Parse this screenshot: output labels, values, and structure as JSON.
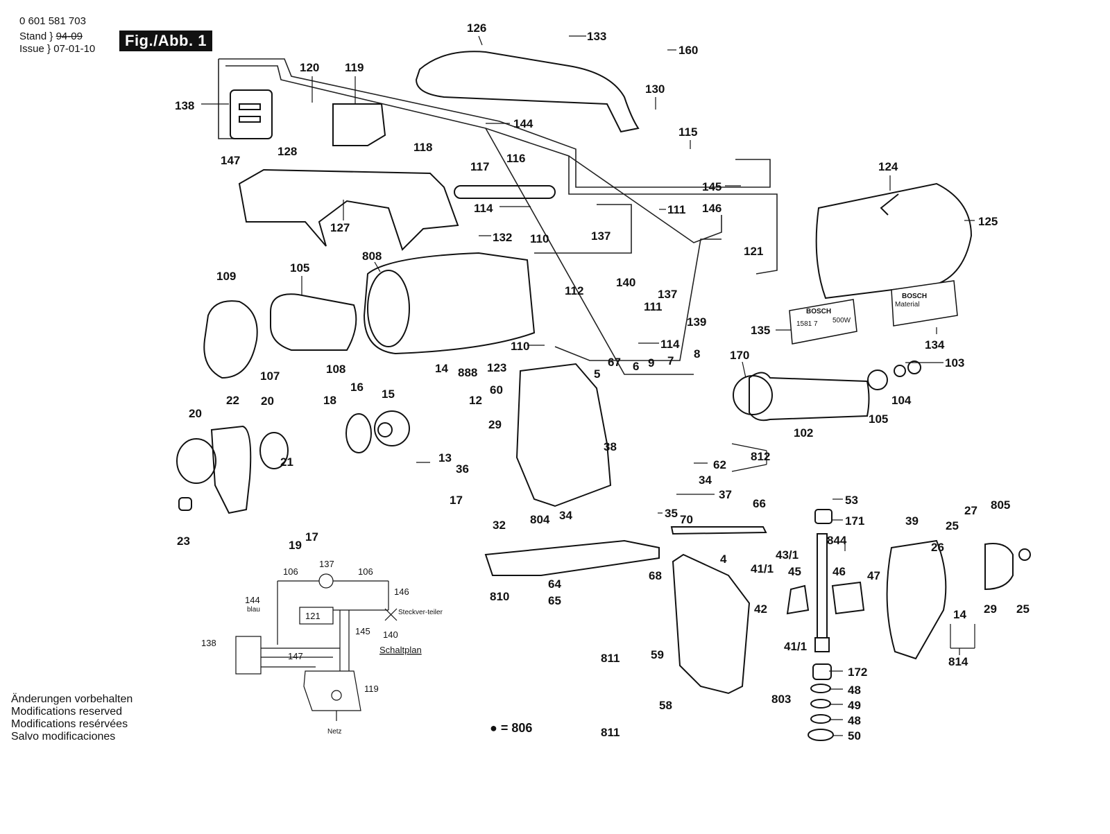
{
  "header": {
    "part_number": "0 601 581 703",
    "stand_label": "Stand",
    "stand_old": "94-09",
    "issue_label": "Issue",
    "issue_date": "07-01-10",
    "figure_title": "Fig./Abb. 1"
  },
  "modifications": [
    "Änderungen vorbehalten",
    "Modifications reserved",
    "Modifications resérvées",
    "Salvo modificaciones"
  ],
  "legend": {
    "text": "● = 806"
  },
  "name_plates": {
    "plate_135_brand": "BOSCH",
    "plate_135_type": "1581 7",
    "plate_135_power": "500W",
    "plate_134_brand": "BOSCH",
    "plate_134_material": "Material"
  },
  "schematic": {
    "title": "Schaltplan",
    "wire_144_color": "blau",
    "plug_label": "Steckver-teiler",
    "mains_label": "Netz",
    "labels": [
      "106",
      "137",
      "106",
      "144",
      "146",
      "121",
      "145",
      "140",
      "138",
      "147",
      "119"
    ]
  },
  "part_labels": [
    "126",
    "133",
    "160",
    "120",
    "119",
    "138",
    "130",
    "144",
    "147",
    "128",
    "118",
    "117",
    "116",
    "115",
    "124",
    "145",
    "125",
    "114",
    "111",
    "146",
    "127",
    "132",
    "110",
    "137",
    "121",
    "109",
    "105",
    "808",
    "112",
    "140",
    "137",
    "135",
    "134",
    "111",
    "139",
    "110",
    "114",
    "108",
    "107",
    "888",
    "123",
    "14",
    "60",
    "5",
    "67",
    "6",
    "9",
    "7",
    "8",
    "170",
    "103",
    "104",
    "20",
    "22",
    "20",
    "18",
    "16",
    "15",
    "12",
    "29",
    "105",
    "102",
    "13",
    "36",
    "38",
    "62",
    "812",
    "21",
    "34",
    "37",
    "17",
    "23",
    "19",
    "17",
    "32",
    "804",
    "34",
    "35",
    "66",
    "70",
    "53",
    "171",
    "39",
    "25",
    "27",
    "805",
    "844",
    "4",
    "43/1",
    "41/1",
    "45",
    "46",
    "47",
    "26",
    "810",
    "64",
    "68",
    "42",
    "65",
    "41/1",
    "14",
    "29",
    "25",
    "811",
    "59",
    "803",
    "172",
    "48",
    "49",
    "48",
    "50",
    "58",
    "811",
    "814"
  ]
}
